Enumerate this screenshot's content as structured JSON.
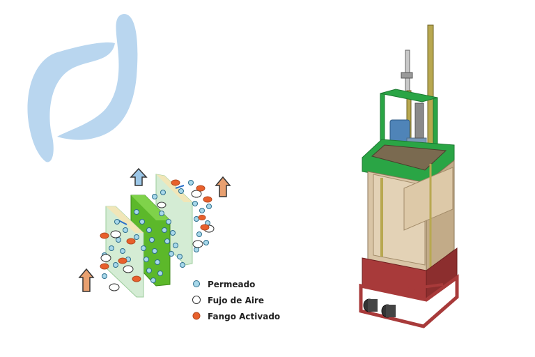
{
  "legend": [
    {
      "label": "Permeado",
      "marker": "permeate-dot",
      "fill": "#a8d8ea",
      "stroke": "#2c6e8c"
    },
    {
      "label": "Fujo de Aire",
      "marker": "air-dot",
      "fill": "#ffffff",
      "stroke": "#333333"
    },
    {
      "label": "Fango Activado",
      "marker": "sludge-dot",
      "fill": "#e8602c",
      "stroke": "#b34a20"
    }
  ],
  "colors": {
    "logo": "#b9d6ef",
    "membrane_green": "#5cb82a",
    "membrane_pale": "#d4ecd4",
    "permeate": "#a8d8ea",
    "sludge": "#e8602c",
    "up_arrow_blue": "#9cc7e8",
    "up_arrow_orange": "#e8a070",
    "tank_body": "#d9c5a6",
    "frame_green": "#2aa545",
    "base_red": "#a83a3a"
  },
  "icons": [
    "logo-mark",
    "permeate-up-arrow",
    "sludge-up-arrow-left",
    "sludge-up-arrow-right",
    "flow-arrow"
  ]
}
